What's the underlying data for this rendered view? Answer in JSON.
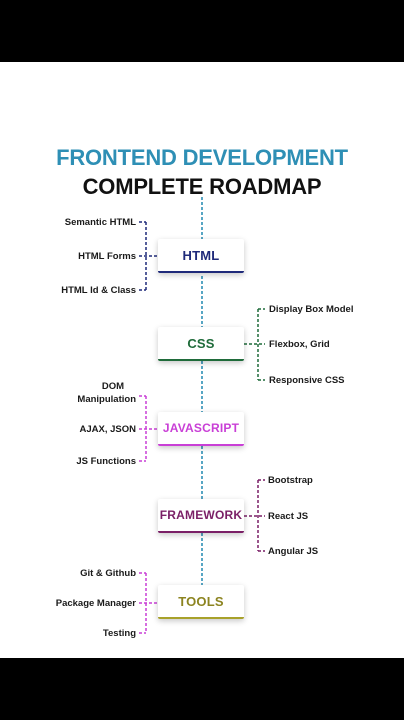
{
  "title": {
    "line1": "FRONTEND DEVELOPMENT",
    "line2": "COMPLETE ROADMAP"
  },
  "colors": {
    "title_accent": "#2e8fb5",
    "spine": "#2e8fb5",
    "html": "#1f2a7a",
    "css": "#1f6b3a",
    "javascript": "#c93fd6",
    "framework": "#7a1f66",
    "tools": "#a8a12a"
  },
  "nodes": [
    {
      "id": "html",
      "label": "HTML"
    },
    {
      "id": "css",
      "label": "CSS"
    },
    {
      "id": "javascript",
      "label": "JAVASCRIPT"
    },
    {
      "id": "framework",
      "label": "FRAMEWORK"
    },
    {
      "id": "tools",
      "label": "TOOLS"
    }
  ],
  "branches": {
    "html": [
      "Semantic HTML",
      "HTML Forms",
      "HTML Id & Class"
    ],
    "css": [
      "Display Box Model",
      "Flexbox, Grid",
      "Responsive CSS"
    ],
    "javascript": [
      "DOM\nManipulation",
      "AJAX, JSON",
      "JS Functions"
    ],
    "framework": [
      "Bootstrap",
      "React JS",
      "Angular JS"
    ],
    "tools": [
      "Git  & Github",
      "Package Manager",
      "Testing"
    ]
  }
}
